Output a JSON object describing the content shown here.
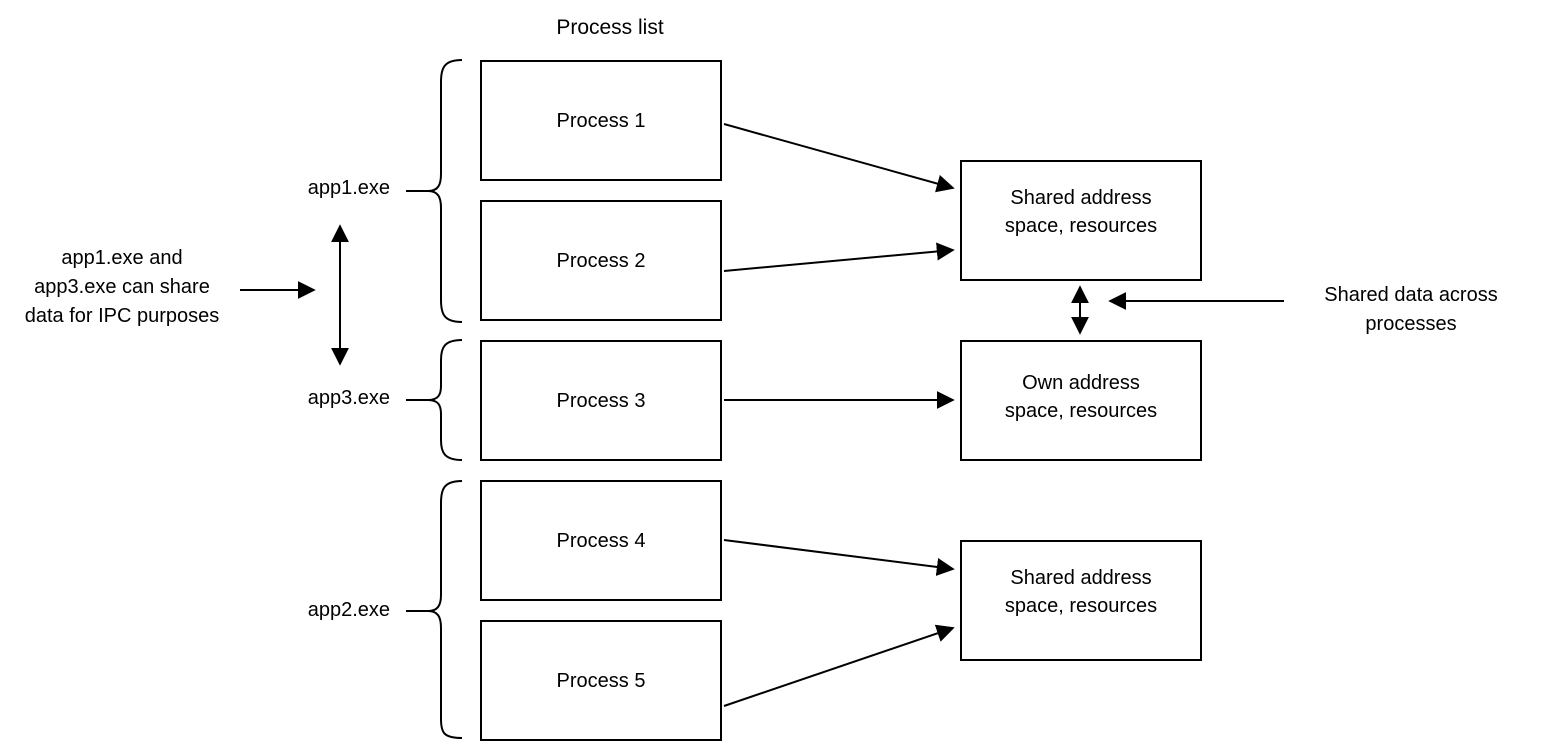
{
  "diagram": {
    "title": "Process list",
    "process_boxes": [
      {
        "label": "Process 1"
      },
      {
        "label": "Process 2"
      },
      {
        "label": "Process 3"
      },
      {
        "label": "Process 4"
      },
      {
        "label": "Process 5"
      }
    ],
    "group_labels": [
      {
        "label": "app1.exe"
      },
      {
        "label": "app3.exe"
      },
      {
        "label": "app2.exe"
      }
    ],
    "resource_boxes": [
      {
        "label": "Shared address\nspace, resources"
      },
      {
        "label": "Own address\nspace, resources"
      },
      {
        "label": "Shared address\nspace, resources"
      }
    ],
    "annotations": {
      "ipc_note": "app1.exe and\napp3.exe can share\ndata for IPC purposes",
      "shared_data_note": "Shared data across\nprocesses"
    },
    "colors": {
      "stroke": "#000000",
      "background": "#ffffff",
      "text": "#000000"
    }
  }
}
